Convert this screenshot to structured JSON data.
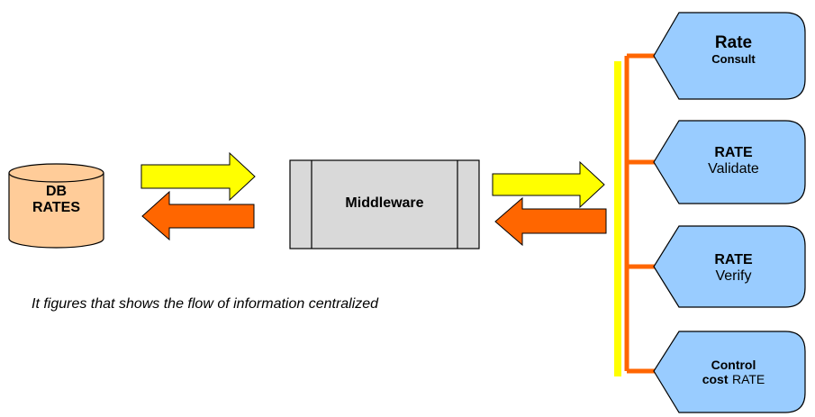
{
  "database": {
    "line1": "DB",
    "line2": "RATES"
  },
  "middleware": {
    "label": "Middleware"
  },
  "caption": "It figures that shows the flow of information centralized",
  "services": [
    {
      "line1": "Rate",
      "line2": "Consult"
    },
    {
      "line1": "RATE",
      "line2": "Validate"
    },
    {
      "line1": "RATE",
      "line2": "Verify"
    },
    {
      "line1_bold": "Control",
      "line2_bold": "cost",
      "line2_normal": "RATE"
    }
  ],
  "colors": {
    "yellow_arrow": "#ffff00",
    "orange_arrow": "#ff6600",
    "db_fill": "#ffcc99",
    "middleware_fill": "#d9d9d9",
    "service_fill": "#99ccff"
  }
}
